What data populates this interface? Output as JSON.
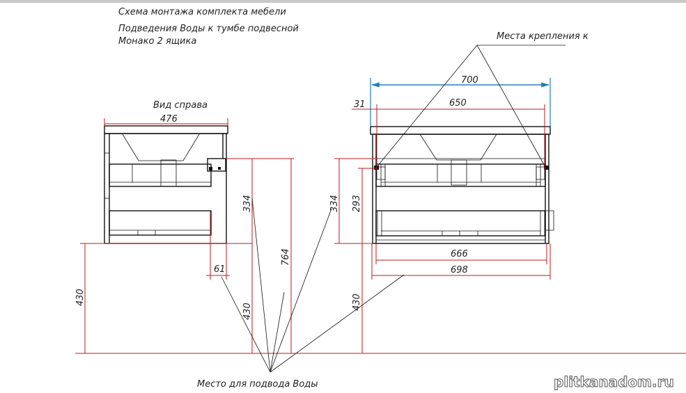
{
  "title_lines": [
    "Схема монтажа комплекта мебели",
    "Подведения Воды к тумбе подвесной",
    "Монако 2 ящика"
  ],
  "side_view_label": "Вид справа",
  "mount_label": "Места крепления к",
  "water_label": "Место для подвода Воды",
  "watermark": "plitkanadom.ru",
  "dimensions": {
    "side_width": "476",
    "side_upper_height": "334",
    "side_total_height": "764",
    "side_floor_height": "430",
    "side_floor_height_inner": "430",
    "side_offset": "61",
    "front_top_width": "700",
    "front_mount_span": "650",
    "front_edge_offset": "31",
    "front_upper_height": "334",
    "front_mount_height": "293",
    "front_floor_height": "430",
    "front_inner_width": "666",
    "front_body_width": "698"
  },
  "colors": {
    "dimension": "#b81d1d",
    "top_dimension": "#1f7fb5"
  }
}
